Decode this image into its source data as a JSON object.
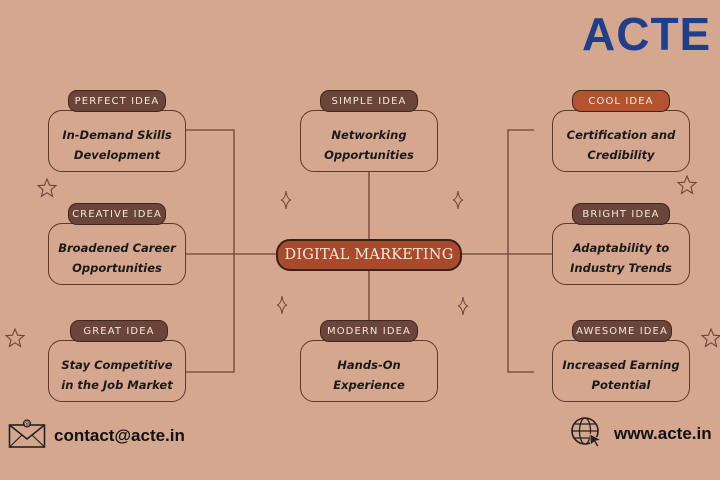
{
  "brand": {
    "logo_text": "ACTE",
    "logo_color": "#1f3f8c"
  },
  "center": {
    "label": "DIGITAL MARKETING"
  },
  "nodes": [
    {
      "tag": "PERFECT IDEA",
      "text": "In-Demand Skills Development"
    },
    {
      "tag": "CREATIVE IDEA",
      "text": "Broadened Career Opportunities"
    },
    {
      "tag": "GREAT IDEA",
      "text": "Stay Competitive in the Job Market"
    },
    {
      "tag": "SIMPLE IDEA",
      "text": "Networking Opportunities"
    },
    {
      "tag": "MODERN IDEA",
      "text": "Hands-On Experience"
    },
    {
      "tag": "COOL IDEA",
      "text": "Certification and Credibility"
    },
    {
      "tag": "BRIGHT IDEA",
      "text": "Adaptability to Industry Trends"
    },
    {
      "tag": "AWESOME IDEA",
      "text": "Increased Earning Potential"
    }
  ],
  "footer": {
    "email": "contact@acte.in",
    "website": "www.acte.in"
  },
  "colors": {
    "background": "#d6a78f",
    "tag": "#6b4539",
    "accent": "#b3532f",
    "line": "#5a3a2e"
  },
  "icons": [
    "mail-icon",
    "globe-cursor-icon",
    "star-outline-icon",
    "sparkle-icon"
  ]
}
